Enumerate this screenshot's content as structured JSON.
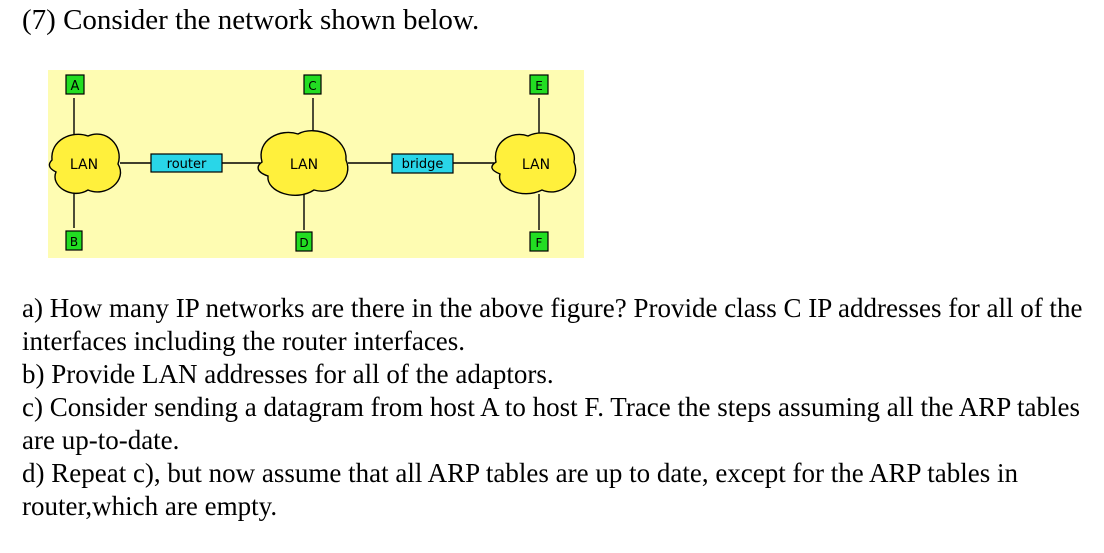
{
  "heading": "(7) Consider the network shown below.",
  "diagram": {
    "hosts": {
      "a": "A",
      "b": "B",
      "c": "C",
      "d": "D",
      "e": "E",
      "f": "F"
    },
    "lans": {
      "left": "LAN",
      "middle": "LAN",
      "right": "LAN"
    },
    "devices": {
      "router": "router",
      "bridge": "bridge"
    },
    "colors": {
      "background": "#fefcb2",
      "host_fill": "#22dd22",
      "device_fill": "#29d6e8",
      "lan_fill": "#fff03c"
    }
  },
  "questions": {
    "a": "a) How many IP networks are there in the above figure? Provide class C IP addresses for all of the interfaces including the router interfaces.",
    "b": "b) Provide LAN addresses for all of the adaptors.",
    "c": "c) Consider sending a datagram from host A to host F. Trace the steps assuming all the ARP tables are up-to-date.",
    "d": "d) Repeat c), but now assume that all ARP tables are up to date, except for the ARP tables in router,which are empty."
  }
}
